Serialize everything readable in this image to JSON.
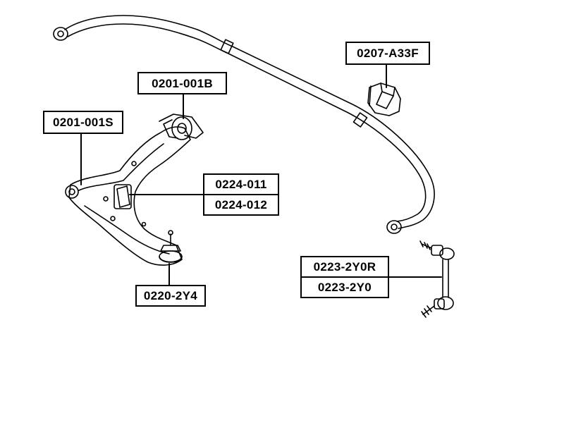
{
  "labels": {
    "stabilizer_bushing": "0207-A33F",
    "control_arm_rear_bushing": "0201-001B",
    "control_arm_front_bushing": "0201-001S",
    "control_arm_right": "0224-011",
    "control_arm_left": "0224-012",
    "ball_joint": "0220-2Y4",
    "stabilizer_link_right": "0223-2Y0R",
    "stabilizer_link": "0223-2Y0"
  },
  "colors": {
    "line": "#000000",
    "background": "#ffffff"
  }
}
